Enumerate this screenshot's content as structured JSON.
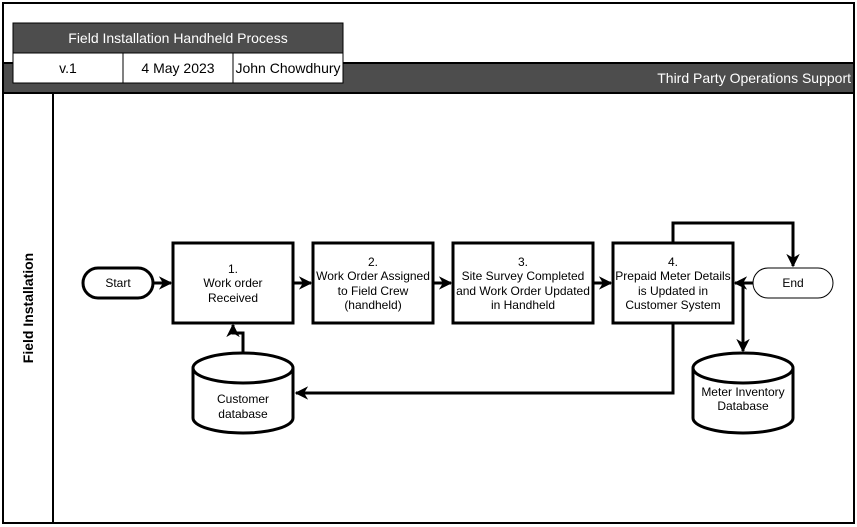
{
  "header": {
    "title": "Field Installation Handheld Process",
    "version": "v.1",
    "date": "4 May 2023",
    "author": "John Chowdhury",
    "department": "Third Party Operations Support"
  },
  "lane": {
    "label": "Field Installation"
  },
  "nodes": {
    "start": "Start",
    "end": "End",
    "step1": [
      "1.",
      "Work order",
      "Received"
    ],
    "step2": [
      "2.",
      "Work Order Assigned",
      "to Field Crew",
      "(handheld)"
    ],
    "step3": [
      "3.",
      "Site Survey Completed",
      "and Work Order Updated",
      "in Handheld"
    ],
    "step4": [
      "4.",
      "Prepaid Meter Details",
      "is Updated in",
      "Customer System"
    ],
    "customer_db": [
      "Customer",
      "database"
    ],
    "meter_db": [
      "Meter Inventory",
      "Database"
    ]
  },
  "colors": {
    "header_fill": "#4d4d4d",
    "header_text": "#ffffff",
    "stroke": "#000000",
    "background": "#ffffff"
  }
}
